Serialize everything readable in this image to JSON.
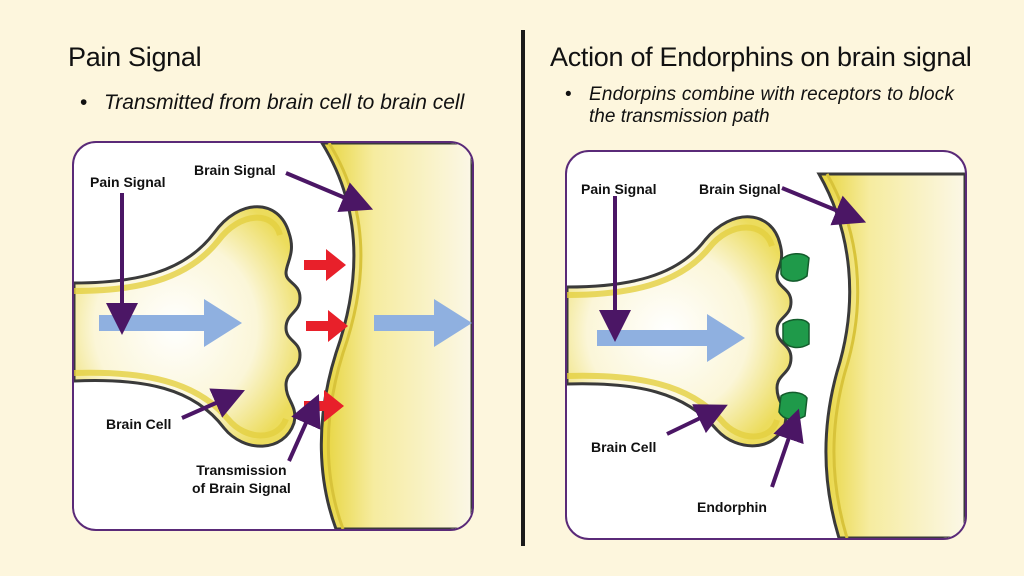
{
  "left": {
    "title": "Pain Signal",
    "bullet": "Transmitted from brain cell to brain cell",
    "labels": {
      "pain_signal": "Pain Signal",
      "brain_signal": "Brain Signal",
      "brain_cell": "Brain Cell",
      "transmission_line1": "Transmission",
      "transmission_line2": "of Brain Signal"
    }
  },
  "right": {
    "title": "Action of Endorphins on brain signal",
    "bullet_line1": "Endorpins combine with receptors to block",
    "bullet_line2": "the transmission path",
    "labels": {
      "pain_signal": "Pain Signal",
      "brain_signal": "Brain Signal",
      "brain_cell": "Brain Cell",
      "endorphin": "Endorphin"
    }
  },
  "colors": {
    "background": "#fdf6dd",
    "panel_border": "#5a2a78",
    "pointer_arrow": "#4b1665",
    "cell_yellow": "#e9d84a",
    "signal_arrow_blue": "#8fb0e0",
    "transmission_red": "#e8202a",
    "endorphin_green": "#1f9a4a"
  }
}
